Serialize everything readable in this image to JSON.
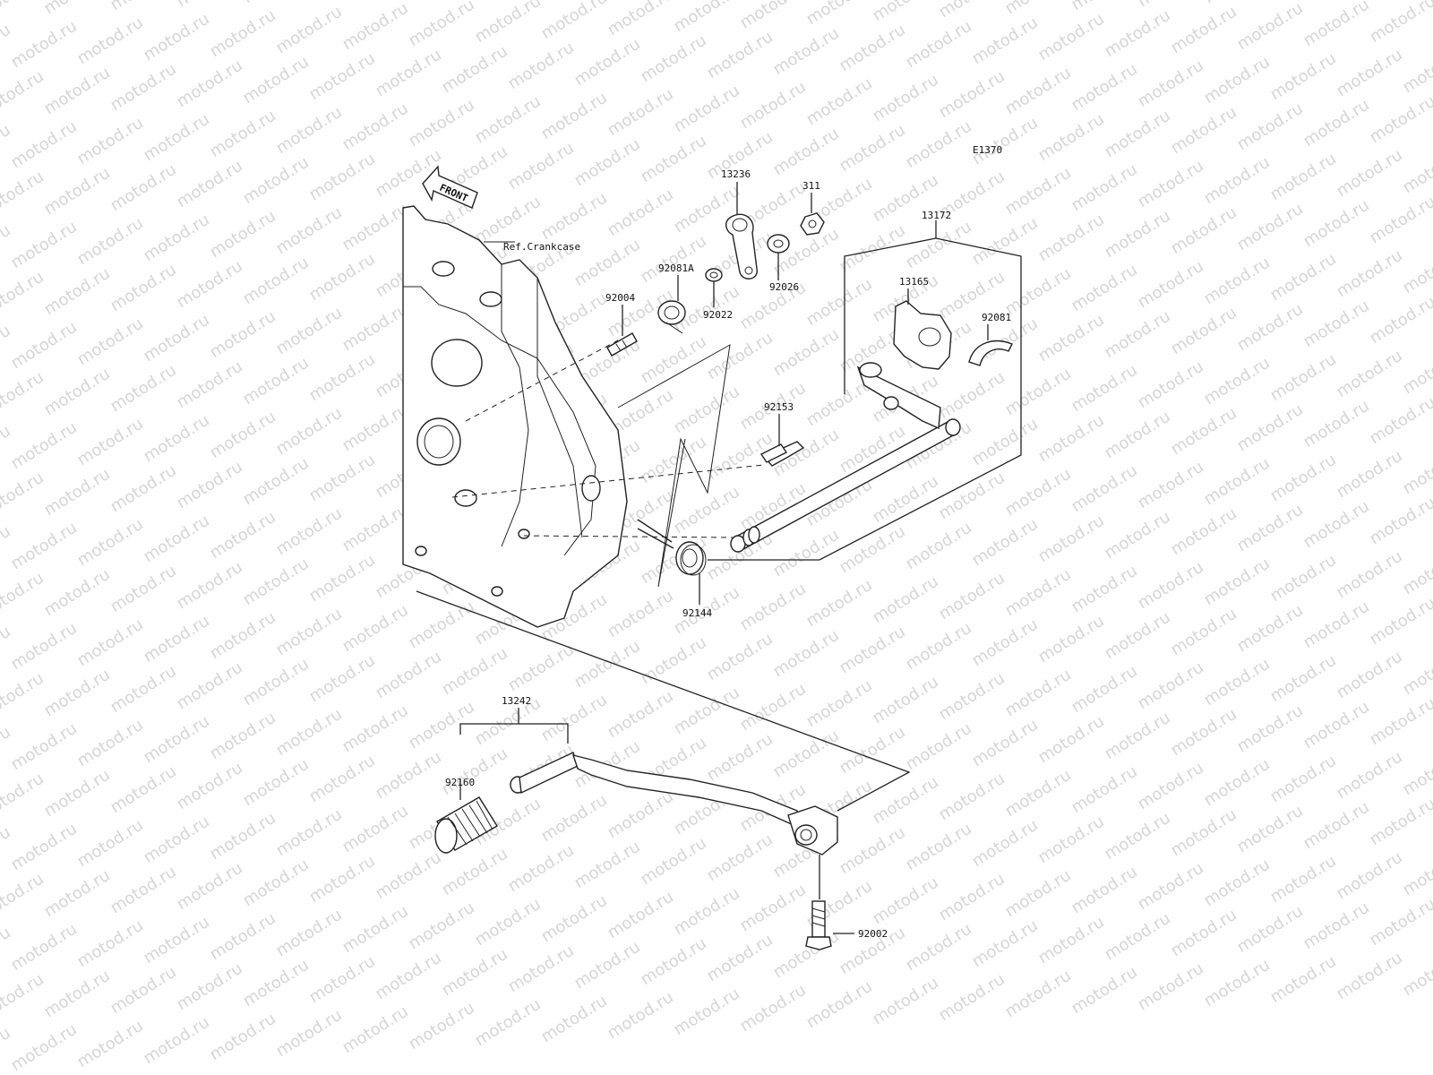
{
  "diagram": {
    "code": "E1370",
    "front_arrow": "FRONT",
    "reference": "Ref.Crankcase",
    "parts": {
      "p13236": "13236",
      "p311": "311",
      "p92081A": "92081A",
      "p92004": "92004",
      "p92022": "92022",
      "p92026": "92026",
      "p13172": "13172",
      "p13165": "13165",
      "p92081": "92081",
      "p92153": "92153",
      "p92144": "92144",
      "p13242": "13242",
      "p92160": "92160",
      "p92002": "92002"
    }
  },
  "watermark": "motod.ru"
}
